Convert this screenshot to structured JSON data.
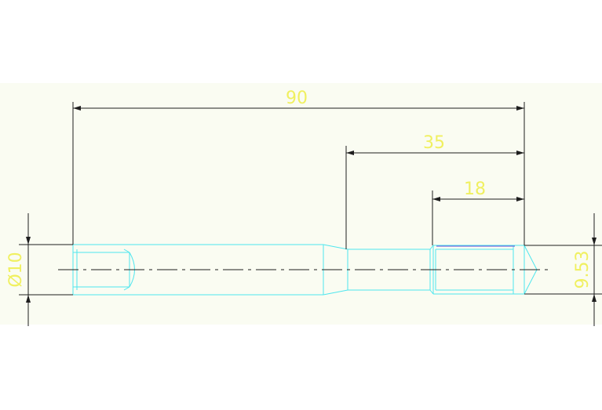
{
  "drawing": {
    "background_color": "#ffffff",
    "sheet_color": "#fafcf2",
    "part_color": "#4fe6ee",
    "dimension_color": "#1e1e1e",
    "text_color": "#f0f060",
    "centerline_color": "#1e1e1e",
    "dimensions": {
      "overall_length": "90",
      "reduced_section_length": "35",
      "end_section_length": "18",
      "shank_diameter": "Ø10",
      "end_diameter": "9.53"
    }
  }
}
